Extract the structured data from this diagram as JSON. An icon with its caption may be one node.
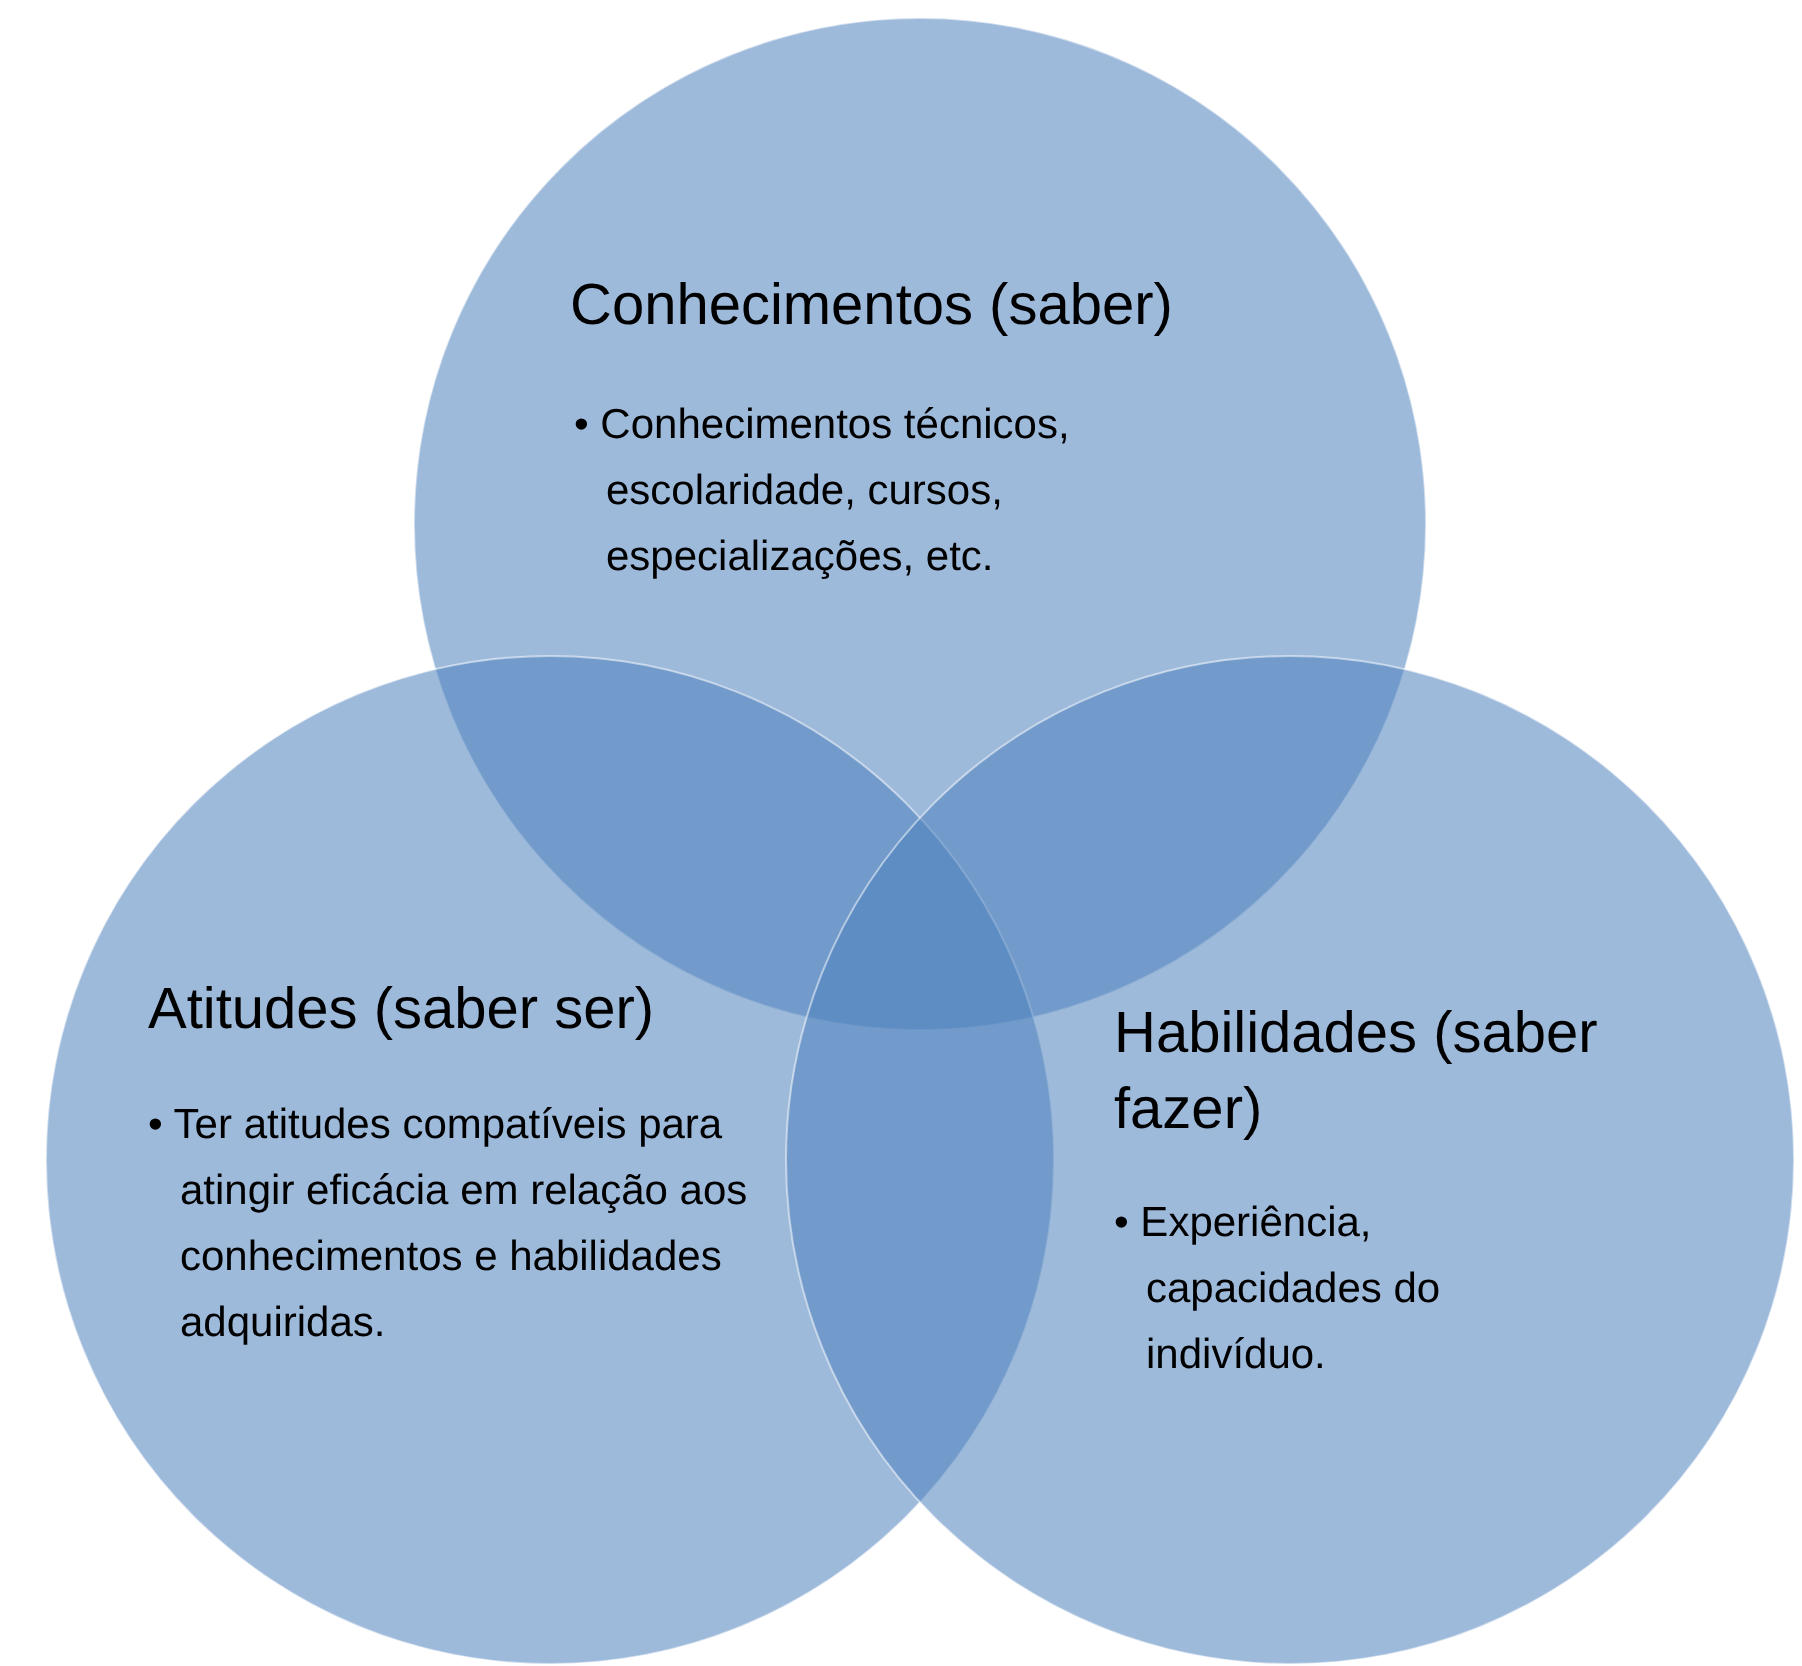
{
  "diagram": {
    "nodes": [
      {
        "text": [
          "Conhecimentos (saber)",
          "• Conhecimentos técnicos, escolaridade, cursos, especializações, etc."
        ]
      },
      {
        "text": [
          "Atitudes (saber ser)",
          "• Ter atitudes compatíveis para atingir eficácia em relação aos conhecimentos e habilidades adquiridas."
        ]
      },
      {
        "text": [
          "Habilidades (saber fazer)",
          "• Experiência, capacidades do indivíduo."
        ]
      }
    ]
  }
}
